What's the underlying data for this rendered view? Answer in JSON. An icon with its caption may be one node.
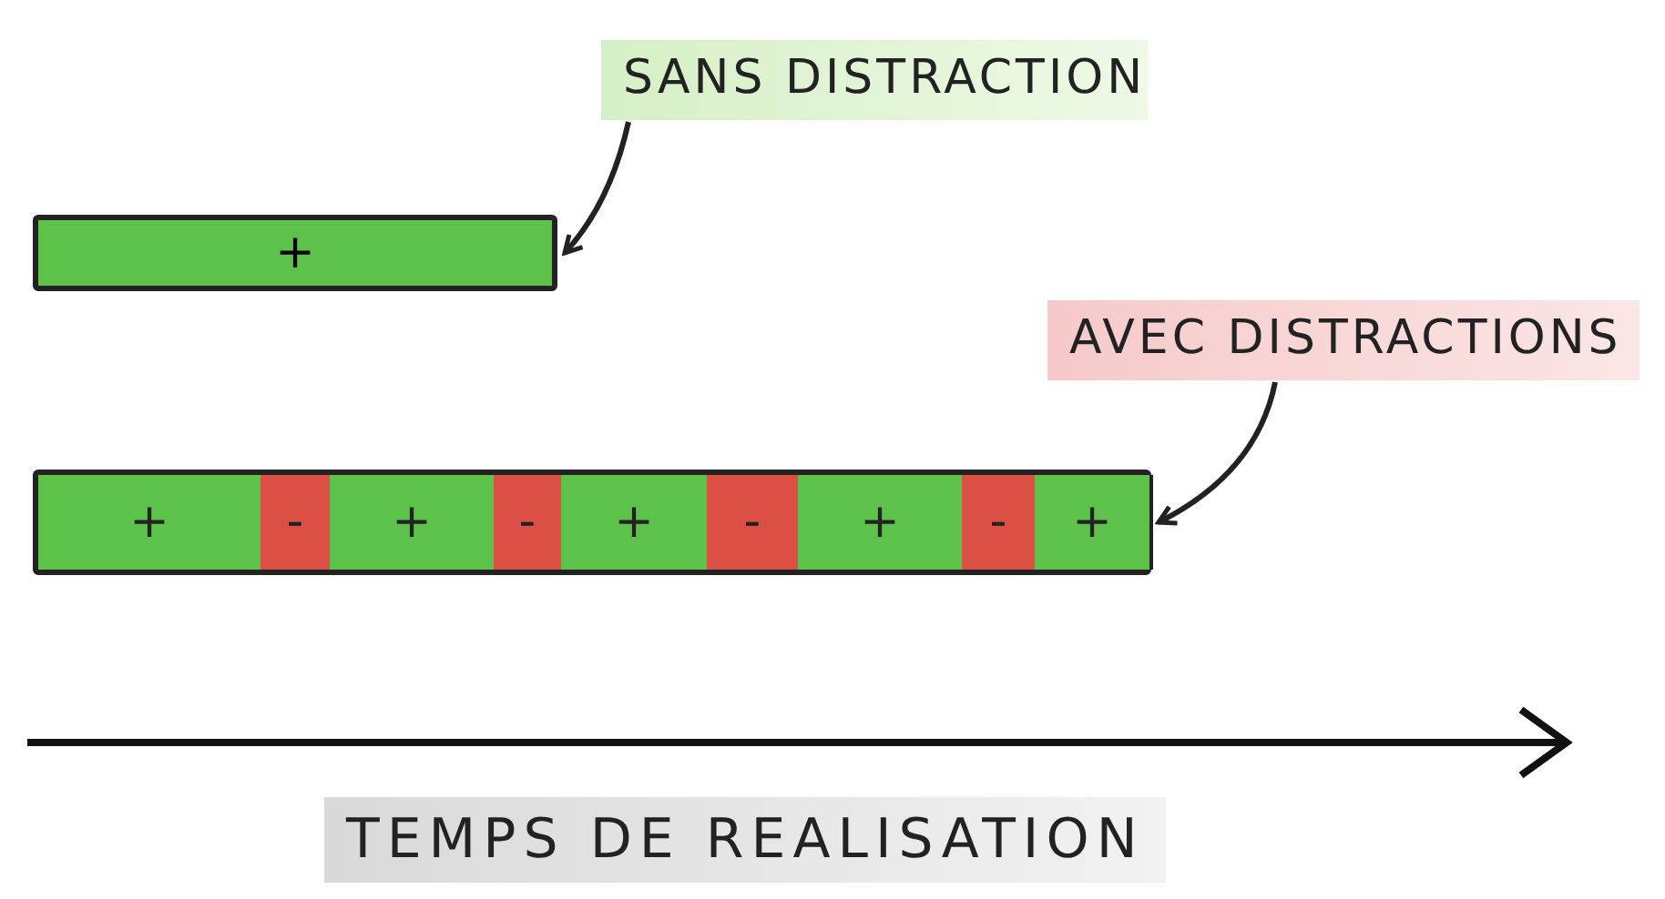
{
  "diagram": {
    "nodes": [
      {
        "text": [
          "SANS DISTRACTION"
        ]
      },
      {
        "text": [
          "+"
        ]
      },
      {
        "text": [
          "AVEC DISTRACTIONS"
        ]
      },
      {
        "text": [],
        "shape": "bar"
      },
      {
        "text": [
          "+"
        ],
        "in": 3
      },
      {
        "text": [
          "-"
        ],
        "in": 3
      },
      {
        "text": [
          "+"
        ],
        "in": 3
      },
      {
        "text": [
          "-"
        ],
        "in": 3
      },
      {
        "text": [
          "+"
        ],
        "in": 3
      },
      {
        "text": [
          "-"
        ],
        "in": 3
      },
      {
        "text": [
          "+"
        ],
        "in": 3
      },
      {
        "text": [
          "-"
        ],
        "in": 3
      },
      {
        "text": [
          "+"
        ],
        "in": 3
      }
    ],
    "edges": [
      {
        "from": 0,
        "to": 1,
        "arrow": "to"
      },
      {
        "from": 2,
        "to": 3,
        "arrow": "to"
      }
    ],
    "labels": [
      "TEMPS DE REALISATION"
    ]
  }
}
